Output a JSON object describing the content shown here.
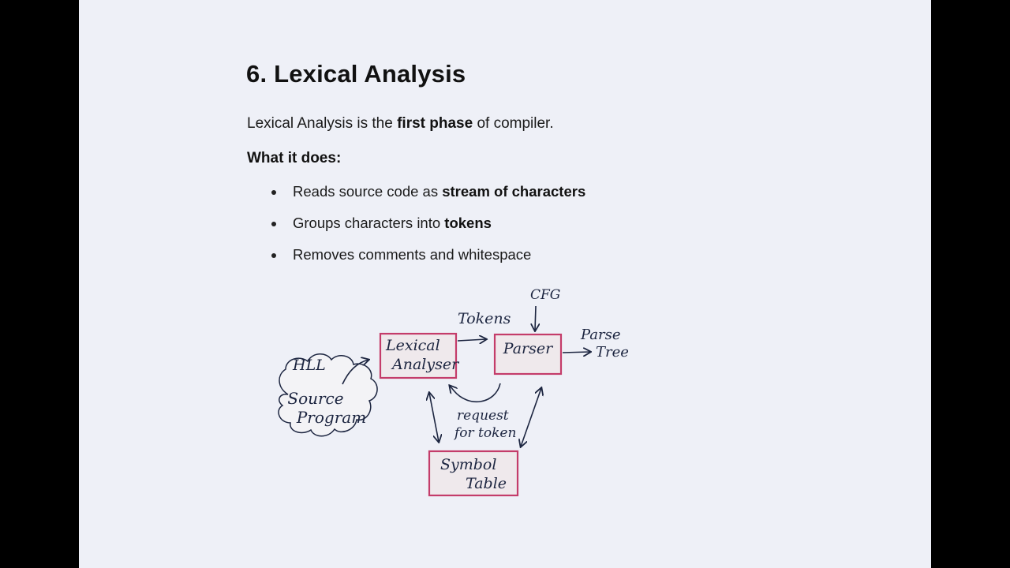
{
  "slide": {
    "title": "6. Lexical Analysis",
    "intro": {
      "before": "Lexical Analysis is the ",
      "bold": "first phase",
      "after": " of compiler."
    },
    "what_heading": "What it does:",
    "bullets": [
      {
        "text": "Reads source code as ",
        "bold": "stream of characters"
      },
      {
        "text": "Groups characters into ",
        "bold": "tokens"
      },
      {
        "text": "Removes comments and whitespace",
        "bold": ""
      }
    ]
  },
  "diagram": {
    "source_cloud": {
      "line1": "Source",
      "line2": "Program"
    },
    "hll_label": "HLL",
    "lexical_box": {
      "line1": "Lexical",
      "line2": "Analyser"
    },
    "tokens_label": "Tokens",
    "parser_box": "Parser",
    "cfg_label": "CFG",
    "parse_tree": {
      "line1": "Parse",
      "line2": "Tree"
    },
    "request_label": {
      "line1": "request",
      "line2": "for token"
    },
    "symbol_table": {
      "line1": "Symbol",
      "line2": "Table"
    },
    "colors": {
      "box_border": "#c43c6a",
      "box_fill": "#efe9ec",
      "ink": "#1c2540",
      "slide_bg": "#eef0f7"
    }
  }
}
